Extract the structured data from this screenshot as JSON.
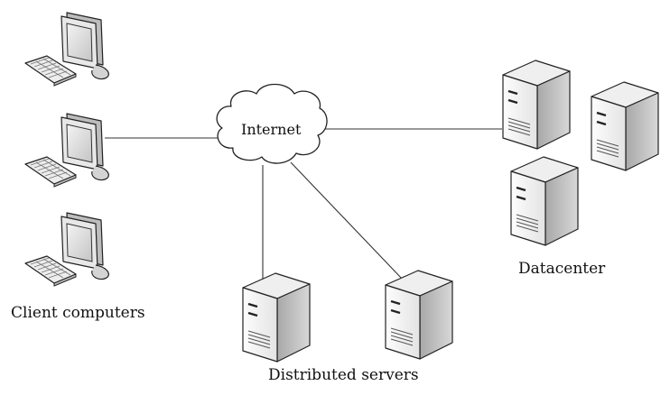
{
  "labels": {
    "internet": "Internet",
    "client_computers": "Client computers",
    "datacenter": "Datacenter",
    "distributed_servers": "Distributed servers"
  },
  "icons": {
    "client": "desktop-computer-icon",
    "server": "server-tower-icon",
    "cloud": "cloud-icon"
  },
  "colors": {
    "line": "#333333",
    "stroke": "#222222",
    "fill_light": "#f4f4f4",
    "fill_shade": "#c9c9c9",
    "screen": "#dcdcdc"
  }
}
